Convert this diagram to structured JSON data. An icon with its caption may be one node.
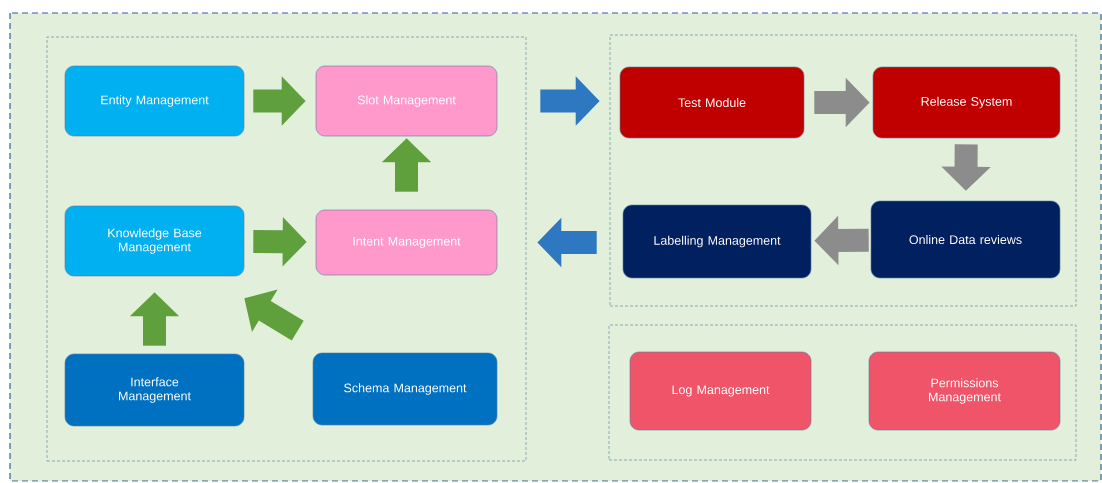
{
  "diagram": {
    "nodes": [
      {
        "text": [],
        "shape": "box"
      },
      {
        "text": [
          "Entity Management"
        ],
        "in": 0
      },
      {
        "text": [
          "Slot Management"
        ],
        "in": 0
      },
      {
        "text": [
          "Knowledge Base Management"
        ],
        "in": 0
      },
      {
        "text": [
          "Intent Management"
        ],
        "in": 0
      },
      {
        "text": [
          "Interface Management"
        ],
        "in": 0
      },
      {
        "text": [
          "Schema Management"
        ],
        "in": 0
      },
      {
        "text": [],
        "shape": "box"
      },
      {
        "text": [
          "Test Module"
        ],
        "in": 7
      },
      {
        "text": [
          "Release System"
        ],
        "in": 7
      },
      {
        "text": [
          "Labelling Management"
        ],
        "in": 7
      },
      {
        "text": [
          "Online Data reviews"
        ],
        "in": 7
      },
      {
        "text": [],
        "shape": "box"
      },
      {
        "text": [
          "Log Management"
        ],
        "in": 12
      },
      {
        "text": [
          "Permissions Management"
        ],
        "in": 12
      }
    ],
    "edges": [
      {
        "from": 1,
        "to": 2,
        "arrow": "to"
      },
      {
        "from": 4,
        "to": 2,
        "arrow": "to"
      },
      {
        "from": 3,
        "to": 4,
        "arrow": "to"
      },
      {
        "from": 5,
        "to": 3,
        "arrow": "to"
      },
      {
        "from": 6,
        "to": 3,
        "arrow": "to"
      },
      {
        "from": 0,
        "to": 7,
        "arrow": "to",
        "color": "#2e78c2"
      },
      {
        "from": 7,
        "to": 0,
        "arrow": "to",
        "color": "#2e78c2"
      },
      {
        "from": 8,
        "to": 9,
        "arrow": "to",
        "color": "#8c8c8c"
      },
      {
        "from": 9,
        "to": 11,
        "arrow": "to",
        "color": "#8c8c8c"
      },
      {
        "from": 11,
        "to": 10,
        "arrow": "to",
        "color": "#8c8c8c"
      }
    ]
  }
}
